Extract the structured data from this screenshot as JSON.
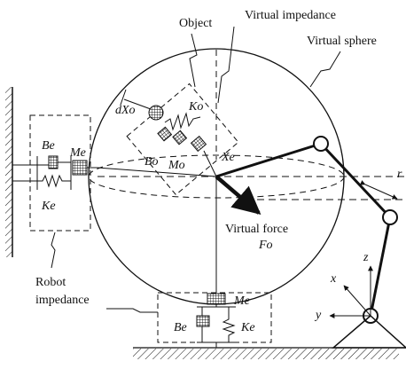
{
  "labels": {
    "object": "Object",
    "virtual_impedance": "Virtual impedance",
    "virtual_sphere": "Virtual sphere",
    "dXo": "dXo",
    "Ko": "Ko",
    "Bo": "Bo",
    "Mo": "Mo",
    "Xe": "Xe",
    "virtual_force": "Virtual force",
    "Fo": "Fo",
    "r": "r",
    "robot_impedance_line1": "Robot",
    "robot_impedance_line2": "impedance",
    "left_Be": "Be",
    "left_Me": "Me",
    "left_Ke": "Ke",
    "bottom_Me": "Me",
    "bottom_Be": "Be",
    "bottom_Ke": "Ke",
    "axis_x": "x",
    "axis_y": "y",
    "axis_z": "z"
  },
  "colors": {
    "stroke": "#111111",
    "dark_fill": "#222222",
    "background": "#ffffff"
  }
}
